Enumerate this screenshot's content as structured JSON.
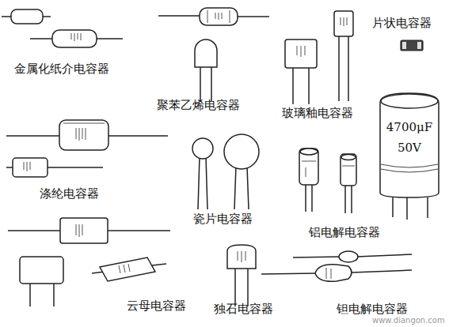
{
  "diagram": {
    "nodes": [
      {
        "text": [
          "4700μF",
          "50V"
        ]
      }
    ],
    "labels": [
      "金属化纸介电容器",
      "聚苯乙烯电容器",
      "玻璃釉电容器",
      "片状电容器",
      "涤纶电容器",
      "瓷片电容器",
      "铝电解电容器",
      "云母电容器",
      "独石电容器",
      "钽电解电容器",
      "www.diangon.com"
    ]
  }
}
